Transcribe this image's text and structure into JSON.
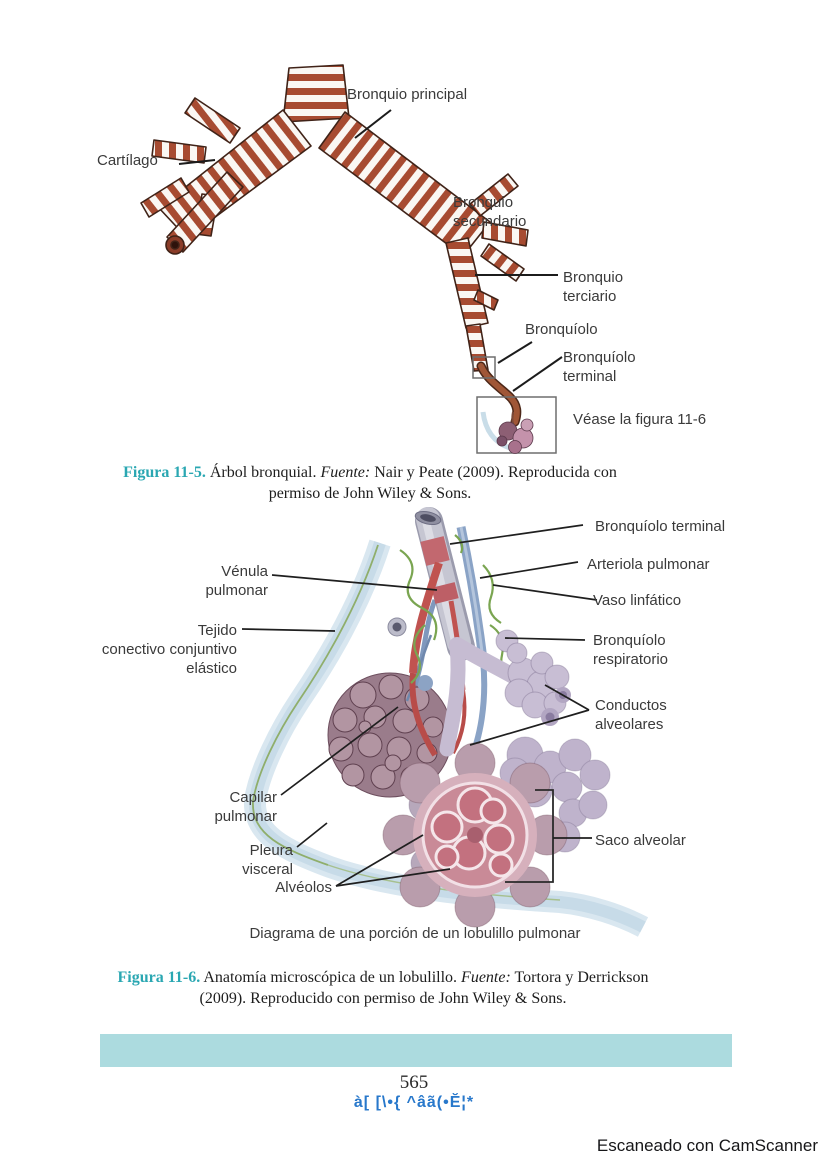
{
  "page": {
    "number": "565",
    "artifact_text": "à[ [\\•{ ^âã(•Ĕ¦*",
    "scanner_credit": "Escaneado con CamScanner"
  },
  "colors": {
    "figure_label_teal": "#2aa7b2",
    "divider_bar_teal": "#acdbdf",
    "artifact_blue": "#2878cb",
    "cartilage_red": "#a74b31"
  },
  "figure1": {
    "labels": {
      "principal": "Bronquio principal",
      "cartilago": "Cartílago",
      "secundario": "Bronquio\nsecundario",
      "terciario": "Bronquio\nterciario",
      "bronquiolo": "Bronquíolo",
      "terminal": "Bronquíolo\nterminal",
      "vease": "Véase la figura 11-6"
    },
    "caption": {
      "number": "Figura 11-5.",
      "title": " Árbol bronquial. ",
      "source_label": "Fuente:",
      "source_text": " Nair y Peate (2009). Reproducida con permiso de John Wiley & Sons."
    }
  },
  "figure2": {
    "labels": {
      "bronquiolo_terminal": "Bronquíolo terminal",
      "arteriola": "Arteriola pulmonar",
      "vaso_linfatico": "Vaso linfático",
      "bronquiolo_respiratorio": "Bronquíolo\nrespiratorio",
      "conductos": "Conductos\nalveolares",
      "saco": "Saco alveolar",
      "venula": "Vénula\npulmonar",
      "tejido": "Tejido\nconectivo conjuntivo\nelástico",
      "capilar": "Capilar\npulmonar",
      "pleura": "Pleura\nvisceral",
      "alveolos": "Alvéolos"
    },
    "subtitle": "Diagrama de una porción de un lobulillo pulmonar",
    "caption": {
      "number": "Figura 11-6.",
      "title": " Anatomía microscópica de un lobulillo. ",
      "source_label": "Fuente:",
      "source_text": " Tortora y Derrickson (2009). Reproducido con permiso de John Wiley & Sons."
    }
  }
}
